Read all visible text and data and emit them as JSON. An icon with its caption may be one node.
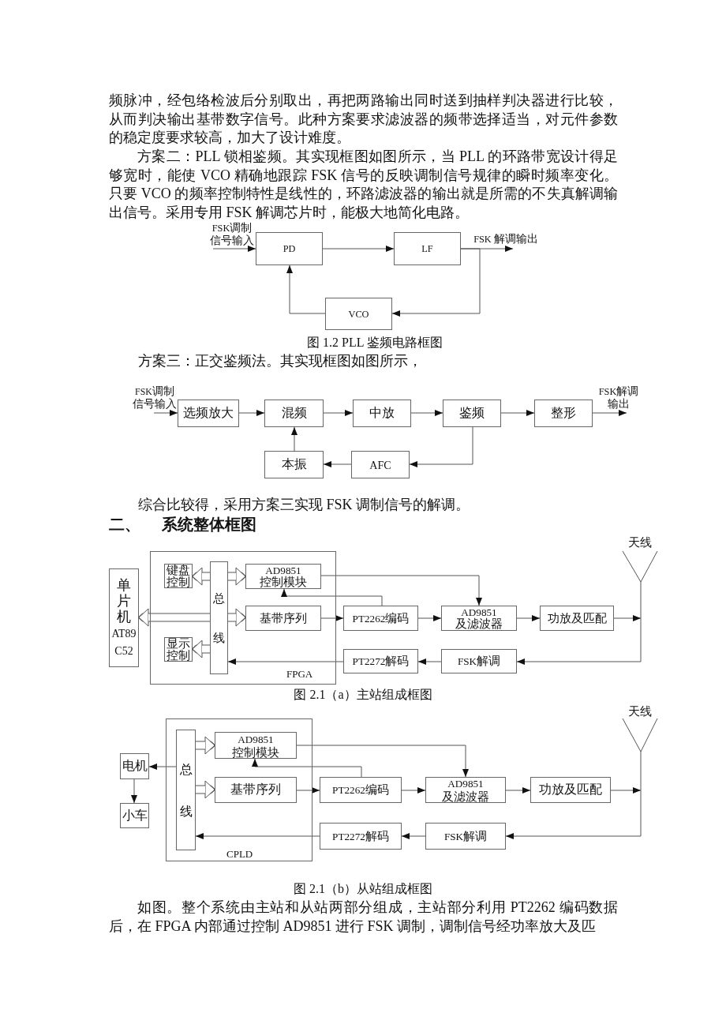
{
  "diagram": {
    "nodes": [
      {
        "text": [
          "FSK调制信号输入"
        ]
      },
      {
        "text": [
          "PD"
        ]
      },
      {
        "text": [
          "LF"
        ]
      },
      {
        "text": [
          "FSK 解调输出"
        ]
      },
      {
        "text": [
          "VCO"
        ]
      },
      {
        "text": [
          "FSK调制信号输入"
        ]
      },
      {
        "text": [
          "选频放大"
        ]
      },
      {
        "text": [
          "混频"
        ]
      },
      {
        "text": [
          "中放"
        ]
      },
      {
        "text": [
          "鉴频"
        ]
      },
      {
        "text": [
          "整形"
        ]
      },
      {
        "text": [
          "FSK解调输出"
        ]
      },
      {
        "text": [
          "本振"
        ]
      },
      {
        "text": [
          "AFC"
        ]
      },
      {
        "text": [
          "单片机AT89C52"
        ]
      },
      {
        "text": [
          "FPGA"
        ]
      },
      {
        "text": [
          "键盘控制"
        ],
        "in": 15
      },
      {
        "text": [
          "总线"
        ],
        "in": 15
      },
      {
        "text": [
          "AD9851 控制模块"
        ],
        "in": 15
      },
      {
        "text": [
          "基带序列"
        ],
        "in": 15
      },
      {
        "text": [
          "显示控制"
        ],
        "in": 15
      },
      {
        "text": [
          "PT2262编码"
        ]
      },
      {
        "text": [
          "AD9851 及滤波器"
        ]
      },
      {
        "text": [
          "功放及匹配"
        ]
      },
      {
        "text": [
          "天线"
        ]
      },
      {
        "text": [
          "PT2272解码"
        ]
      },
      {
        "text": [
          "FSK解调"
        ]
      },
      {
        "text": [
          "电机"
        ]
      },
      {
        "text": [
          "小车"
        ]
      },
      {
        "text": [
          "CPLD"
        ]
      },
      {
        "text": [
          "总线"
        ],
        "in": 29
      },
      {
        "text": [
          "AD9851 控制模块"
        ],
        "in": 29
      },
      {
        "text": [
          "基带序列"
        ],
        "in": 29
      },
      {
        "text": [
          "PT2262编码"
        ]
      },
      {
        "text": [
          "AD9851 及滤波器"
        ]
      },
      {
        "text": [
          "功放及匹配"
        ]
      },
      {
        "text": [
          "天线"
        ]
      },
      {
        "text": [
          "PT2272解码"
        ]
      },
      {
        "text": [
          "FSK解调"
        ]
      }
    ],
    "edges": [
      {
        "from": 0,
        "to": 1,
        "arrow": "to"
      },
      {
        "from": 1,
        "to": 2,
        "arrow": "to"
      },
      {
        "from": 2,
        "to": 3,
        "arrow": "to"
      },
      {
        "from": 2,
        "to": 4,
        "arrow": "to"
      },
      {
        "from": 4,
        "to": 1,
        "arrow": "to"
      },
      {
        "from": 5,
        "to": 6,
        "arrow": "to"
      },
      {
        "from": 6,
        "to": 7,
        "arrow": "to"
      },
      {
        "from": 7,
        "to": 8,
        "arrow": "to"
      },
      {
        "from": 8,
        "to": 9,
        "arrow": "to"
      },
      {
        "from": 9,
        "to": 10,
        "arrow": "to"
      },
      {
        "from": 10,
        "to": 11,
        "arrow": "to"
      },
      {
        "from": 9,
        "to": 13,
        "arrow": "to"
      },
      {
        "from": 13,
        "to": 12,
        "arrow": "to"
      },
      {
        "from": 12,
        "to": 7,
        "arrow": "to"
      },
      {
        "from": 17,
        "to": 16,
        "arrow": "to",
        "style": "thick"
      },
      {
        "from": 17,
        "to": 18,
        "arrow": "to",
        "style": "thick"
      },
      {
        "from": 17,
        "to": 14,
        "arrow": "to",
        "style": "thick"
      },
      {
        "from": 17,
        "to": 19,
        "arrow": "to",
        "style": "thick"
      },
      {
        "from": 17,
        "to": 20,
        "arrow": "to",
        "style": "thick"
      },
      {
        "from": 21,
        "to": 18,
        "arrow": "to"
      },
      {
        "from": 18,
        "to": 22,
        "arrow": "to"
      },
      {
        "from": 19,
        "to": 21,
        "arrow": "to"
      },
      {
        "from": 21,
        "to": 22,
        "arrow": "to"
      },
      {
        "from": 22,
        "to": 23,
        "arrow": "to"
      },
      {
        "from": 23,
        "to": 24,
        "arrow": "to"
      },
      {
        "from": 24,
        "to": 26,
        "arrow": "to"
      },
      {
        "from": 26,
        "to": 25,
        "arrow": "to"
      },
      {
        "from": 25,
        "to": 17,
        "arrow": "to"
      },
      {
        "from": 30,
        "to": 27,
        "arrow": "to"
      },
      {
        "from": 27,
        "to": 28,
        "arrow": "to"
      },
      {
        "from": 30,
        "to": 31,
        "arrow": "to",
        "style": "thick"
      },
      {
        "from": 30,
        "to": 32,
        "arrow": "to",
        "style": "thick"
      },
      {
        "from": 33,
        "to": 31,
        "arrow": "to"
      },
      {
        "from": 31,
        "to": 34,
        "arrow": "to"
      },
      {
        "from": 32,
        "to": 33,
        "arrow": "to"
      },
      {
        "from": 33,
        "to": 34,
        "arrow": "to"
      },
      {
        "from": 34,
        "to": 35,
        "arrow": "to"
      },
      {
        "from": 35,
        "to": 36,
        "arrow": "to"
      },
      {
        "from": 36,
        "to": 38,
        "arrow": "to"
      },
      {
        "from": 38,
        "to": 37,
        "arrow": "to"
      },
      {
        "from": 37,
        "to": 30,
        "arrow": "to"
      }
    ],
    "labels": [
      "频脉冲，经包络检波后分别取出，再把两路输出同时送到抽样判决器进行比较，从而判决输出基带数字信号。此种方案要求滤波器的频带选择适当，对元件参数的稳定度要求较高，加大了设计难度。",
      "方案二：PLL 锁相鉴频。其实现框图如图所示，当 PLL 的环路带宽设计得足够宽时，能使 VCO 精确地跟踪 FSK 信号的反映调制信号规律的瞬时频率变化。只要 VCO 的频率控制特性是线性的，环路滤波器的输出就是所需的不失真解调输出信号。采用专用 FSK 解调芯片时，能极大地简化电路。",
      "图 1.2 PLL 鉴频电路框图",
      "方案三：正交鉴频法。其实现框图如图所示，",
      "综合比较得，采用方案三实现 FSK 调制信号的解调。",
      "二、",
      "系统整体框图",
      "图 2.1（a）主站组成框图",
      "图 2.1（b）从站组成框图",
      "如图。整个系统由主站和从站两部分组成，主站部分利用 PT2262 编码数据后，在 FPGA 内部通过控制 AD9851 进行 FSK 调制，调制信号经功率放大及匹"
    ]
  }
}
